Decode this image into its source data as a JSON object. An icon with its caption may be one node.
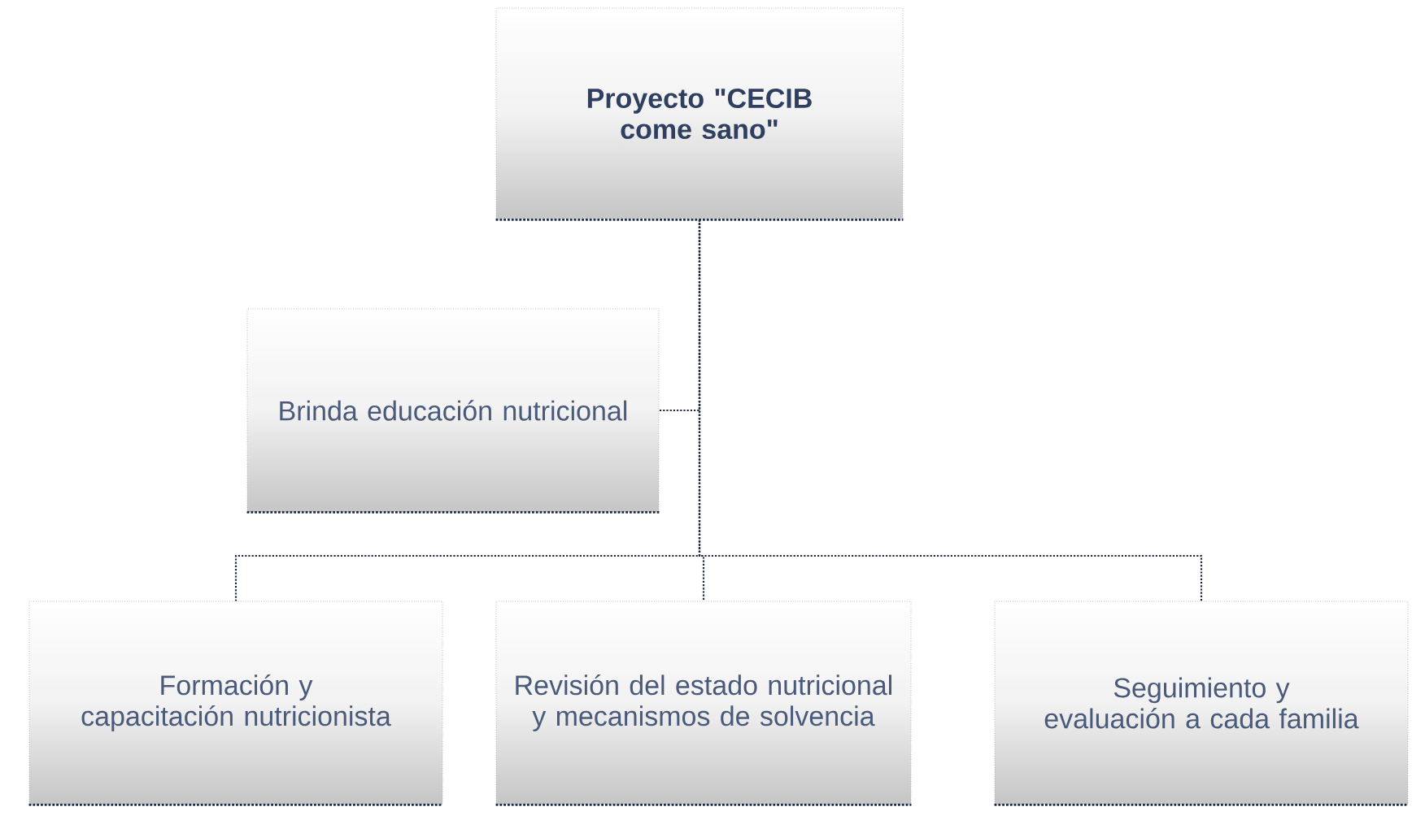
{
  "diagram": {
    "nodes": [
      {
        "text": [
          "Proyecto \"CECIB come sano\""
        ]
      },
      {
        "text": [
          "Brinda educación nutricional"
        ]
      },
      {
        "text": [
          "Formación y capacitación nutricionista"
        ]
      },
      {
        "text": [
          "Revisión del estado nutricional y mecanismos de solvencia"
        ]
      },
      {
        "text": [
          "Seguimiento y evaluación a cada familia"
        ]
      }
    ],
    "edges": [
      {
        "from": 0,
        "to": 1,
        "arrow": "none"
      },
      {
        "from": 0,
        "to": 2,
        "arrow": "none"
      },
      {
        "from": 0,
        "to": 3,
        "arrow": "none"
      },
      {
        "from": 0,
        "to": 4,
        "arrow": "none"
      }
    ]
  }
}
